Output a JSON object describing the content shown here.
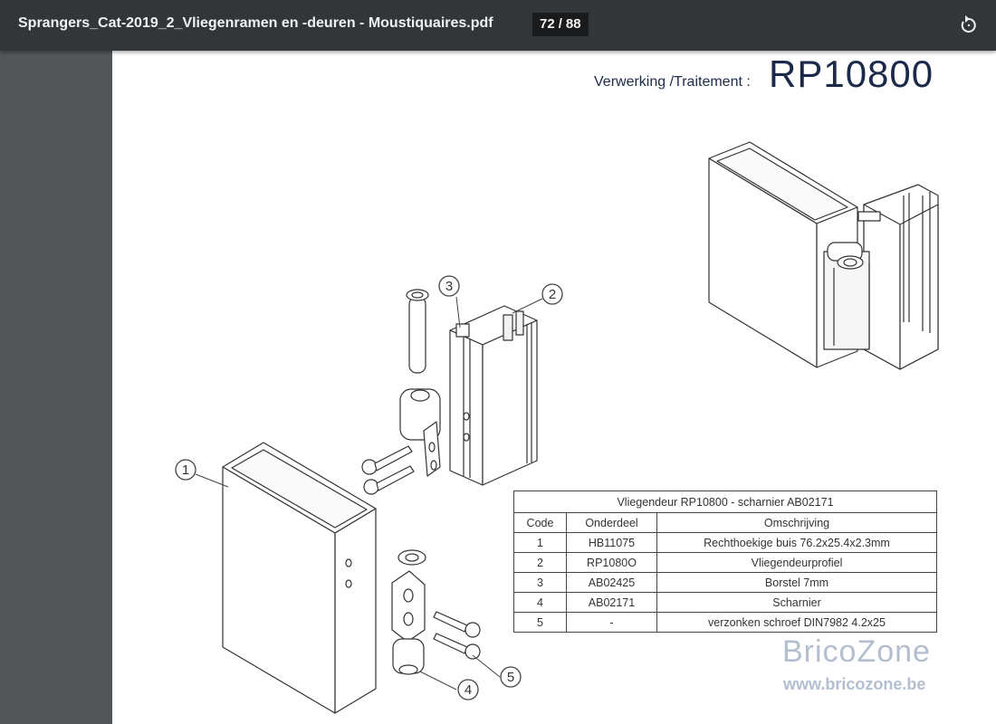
{
  "toolbar": {
    "doc_title": "Sprangers_Cat-2019_2_Vliegenramen en -deuren - Moustiquaires.pdf",
    "current_page": "72",
    "page_sep": "/",
    "total_pages": "88",
    "rotate_icon": "rotate-icon"
  },
  "page": {
    "header_label": "Verwerking /Traitement :",
    "header_code": "RP10800",
    "callouts": [
      "1",
      "2",
      "3",
      "4",
      "5"
    ],
    "table": {
      "caption": "Vliegendeur RP10800 - scharnier AB02171",
      "headers": [
        "Code",
        "Onderdeel",
        "Omschrijving"
      ],
      "rows": [
        [
          "1",
          "HB11075",
          "Rechthoekige buis 76.2x25.4x2.3mm"
        ],
        [
          "2",
          "RP1080O",
          "Vliegendeurprofiel"
        ],
        [
          "3",
          "AB02425",
          "Borstel 7mm"
        ],
        [
          "4",
          "AB02171",
          "Scharnier"
        ],
        [
          "5",
          "-",
          "verzonken schroef DIN7982 4.2x25"
        ]
      ]
    },
    "watermark": {
      "brand": "BricoZone",
      "url": "www.bricozone.be"
    }
  }
}
